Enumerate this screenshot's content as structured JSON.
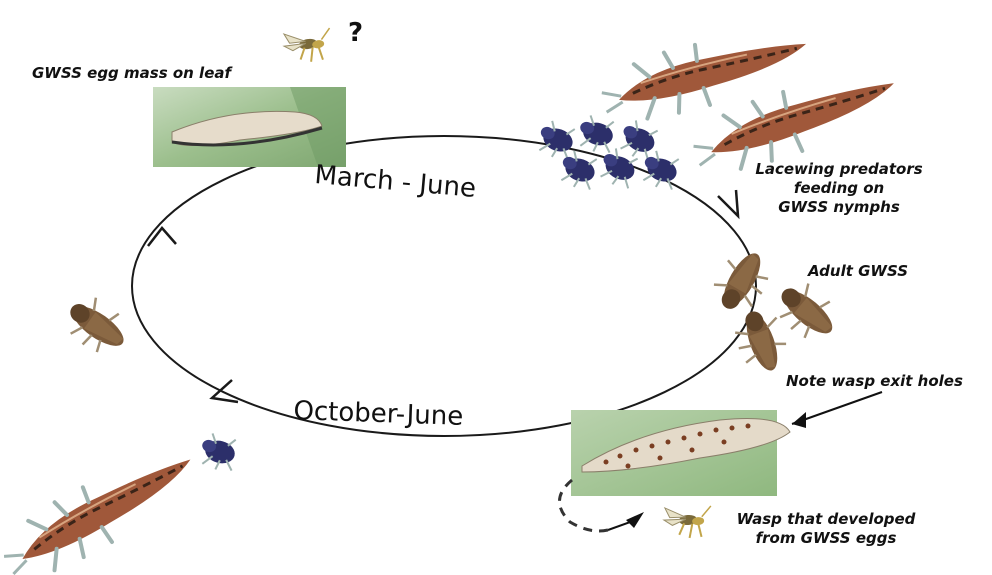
{
  "labels": {
    "egg_mass": "GWSS egg mass on leaf",
    "question": "?",
    "season_spring": "March - June",
    "season_winter": "October-June",
    "lacewing": [
      "Lacewing predators",
      "feeding on",
      "GWSS nymphs"
    ],
    "adult": "Adult GWSS",
    "exit_holes": "Note wasp exit holes",
    "wasp": [
      "Wasp that developed",
      "from GWSS eggs"
    ]
  },
  "colors": {
    "cycle_line": "#1a1a1a",
    "nymph": "#2c2f6a",
    "adult": "#7b5a3a",
    "lacewing_body": "#a0583a",
    "lacewing_legs": "#9fb3b0",
    "leaf": "#a8c79a",
    "egg": "#e6dccb"
  },
  "icons": [
    "wasp-icon",
    "lacewing-larva-icon",
    "gwss-nymph-icon",
    "adult-gwss-icon",
    "leaf-egg-photo",
    "exit-holes-photo"
  ]
}
